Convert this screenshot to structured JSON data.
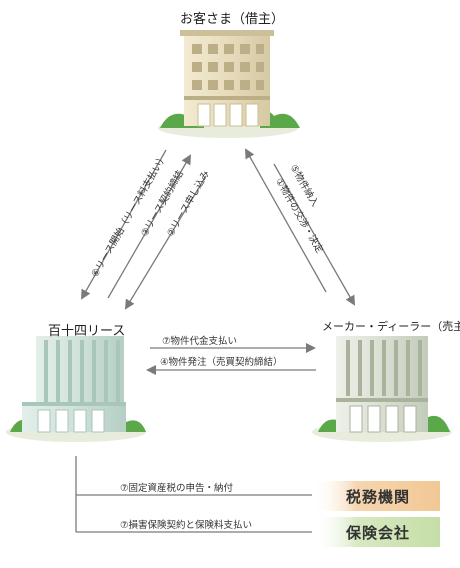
{
  "nodes": {
    "customer": "お客さま（借主）",
    "lessor": "百十四リース",
    "maker": "メーカー・ディーラー（売主）"
  },
  "flows": {
    "f6": "⑥リース開始（リース料支払い）",
    "f3": "③リース契約締結",
    "f2": "②リース申し込み",
    "f5": "⑤物件納入",
    "f1": "①物件の交渉・決定",
    "f7_payment": "⑦物件代金支払い",
    "f4_order": "④物件発注（売買契約締結）",
    "f7_tax": "⑦固定資産税の申告・納付",
    "f7_insurance": "⑦損害保険契約と保険料支払い"
  },
  "boxes": {
    "tax_office": "税務機関",
    "insurer": "保険会社"
  },
  "colors": {
    "tax_box": "#f5d6b0",
    "insurance_box": "#cfe3b4",
    "arrow": "#7a7a7a",
    "grass": "#5aa84a"
  }
}
